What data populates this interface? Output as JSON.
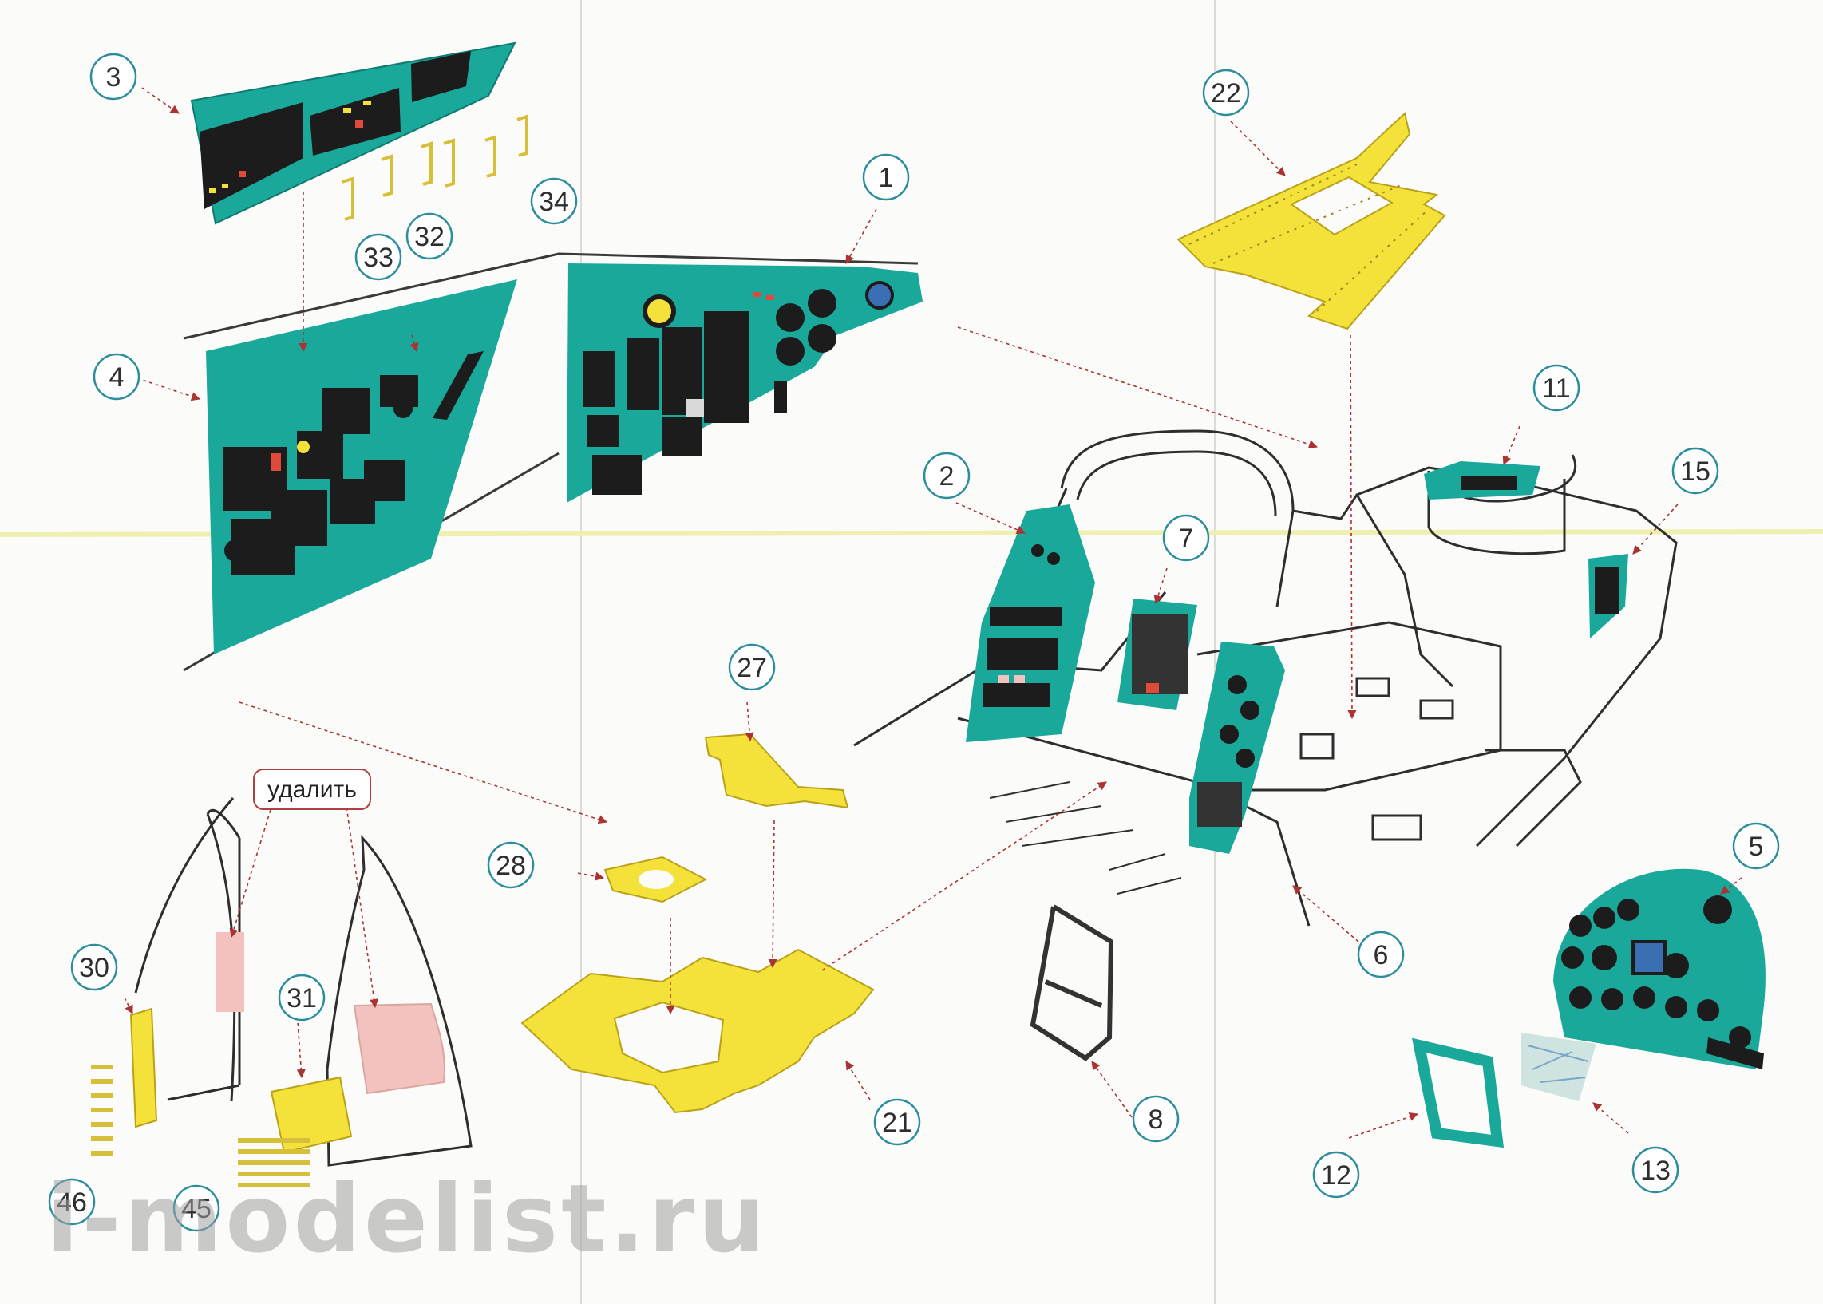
{
  "colors": {
    "teal": "#1aa89a",
    "yellow": "#f4e23a",
    "pink": "#f4c2be",
    "instrument": "#1c1c1c",
    "line": "#3a3a3a",
    "callout_ring": "#2c8d9c"
  },
  "remove_label": "удалить",
  "watermark": "i-modelist.ru",
  "callouts": [
    {
      "id": "c1",
      "label": "1"
    },
    {
      "id": "c2",
      "label": "2"
    },
    {
      "id": "c3",
      "label": "3"
    },
    {
      "id": "c4",
      "label": "4"
    },
    {
      "id": "c5",
      "label": "5"
    },
    {
      "id": "c6",
      "label": "6"
    },
    {
      "id": "c7",
      "label": "7"
    },
    {
      "id": "c8",
      "label": "8"
    },
    {
      "id": "c11",
      "label": "11"
    },
    {
      "id": "c12",
      "label": "12"
    },
    {
      "id": "c13",
      "label": "13"
    },
    {
      "id": "c15",
      "label": "15"
    },
    {
      "id": "c21",
      "label": "21"
    },
    {
      "id": "c22",
      "label": "22"
    },
    {
      "id": "c27",
      "label": "27"
    },
    {
      "id": "c28",
      "label": "28"
    },
    {
      "id": "c30",
      "label": "30"
    },
    {
      "id": "c31",
      "label": "31"
    },
    {
      "id": "c32",
      "label": "32"
    },
    {
      "id": "c33",
      "label": "33"
    },
    {
      "id": "c34",
      "label": "34"
    },
    {
      "id": "c45",
      "label": "45"
    },
    {
      "id": "c46",
      "label": "46"
    }
  ]
}
